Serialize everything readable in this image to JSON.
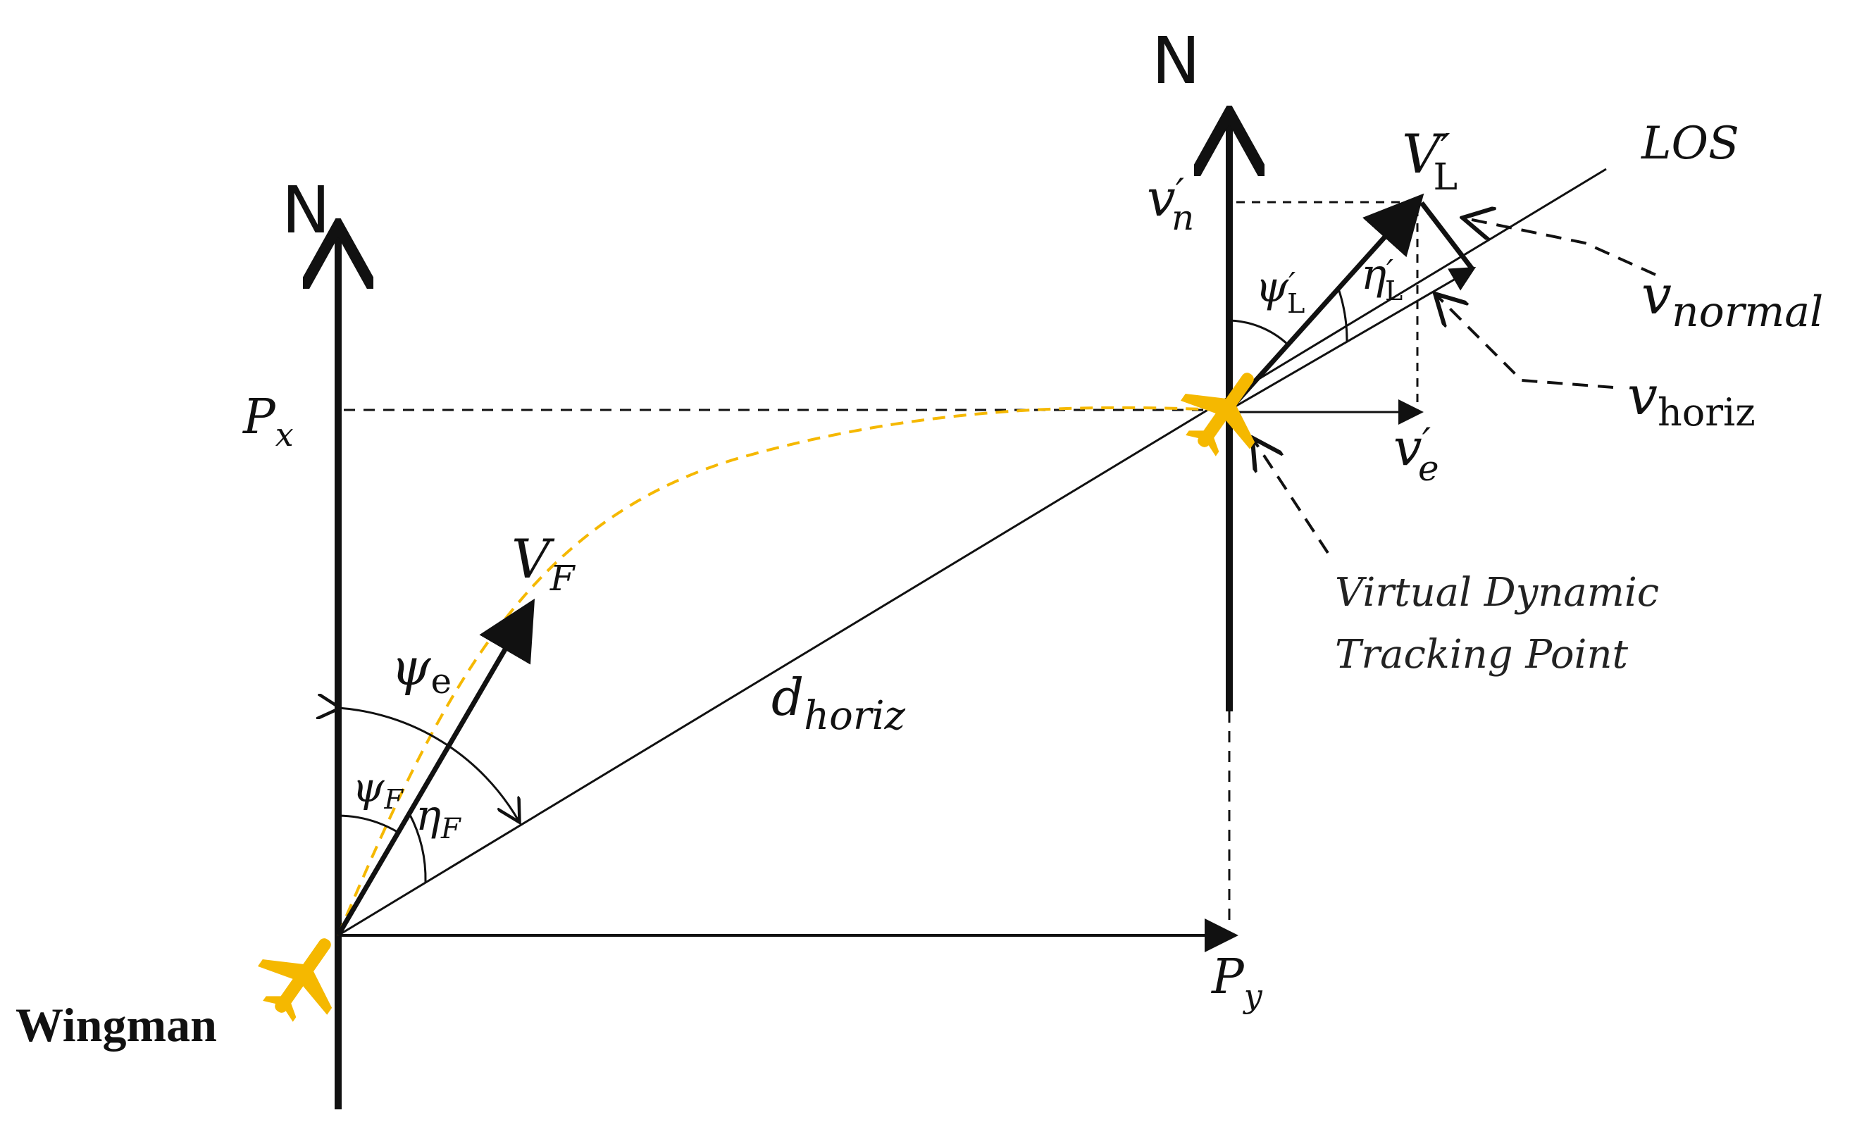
{
  "labels": {
    "north_left": "N",
    "north_right": "N",
    "wingman": "Wingman",
    "los": "LOS",
    "px": "P",
    "px_sub": "x",
    "py": "P",
    "py_sub": "y",
    "vf": "V",
    "vf_sub": "F",
    "psi_e": "ψ",
    "psi_e_sub": "e",
    "psi_f": "ψ",
    "psi_f_sub": "F",
    "eta_f": "η",
    "eta_f_sub": "F",
    "d_horiz": "d",
    "d_horiz_sub": "horiz",
    "vl": "V",
    "vl_prime": "′",
    "vl_sub": "L",
    "vn": "v",
    "vn_prime": "′",
    "vn_sub": "n",
    "ve": "v",
    "ve_prime": "′",
    "ve_sub": "e",
    "psi_l": "ψ",
    "psi_l_prime": "′",
    "psi_l_sub": "L",
    "eta_l": "η",
    "eta_l_prime": "′",
    "eta_l_sub": "L",
    "v_normal": "v",
    "v_normal_sub": "normal",
    "v_horiz": "v",
    "v_horiz_sub": "horiz",
    "tracking_point_line1": "Virtual Dynamic",
    "tracking_point_line2": "Tracking Point"
  },
  "colors": {
    "line": "#111111",
    "aircraft": "#f5b800",
    "trajectory": "#f5b800"
  }
}
